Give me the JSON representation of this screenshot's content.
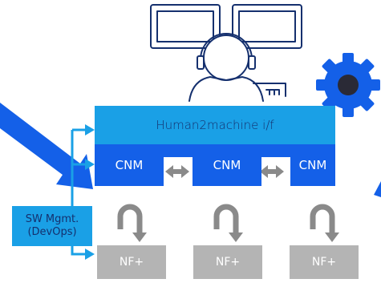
{
  "labels": {
    "interface": "Human2machine i/f",
    "controllers": [
      "CNM",
      "CNM",
      "CNM"
    ],
    "functions": [
      "NF+",
      "NF+",
      "NF+"
    ],
    "sw_management": [
      "SW Mgmt.",
      "(DevOps)"
    ]
  },
  "icons": [
    "operator-with-monitors-icon",
    "gear-icon",
    "loop-arrow-icon",
    "double-arrow-icon"
  ],
  "colors": {
    "interface_bg": "#1aa0e6",
    "cnm_bg": "#1460e8",
    "nf_bg": "#b4b4b4",
    "arrow": "#1aa0e6",
    "big_arrow": "#1460e8",
    "gear": "#1460e8",
    "loop": "#8a8a8a",
    "text_dark": "#15306e"
  }
}
